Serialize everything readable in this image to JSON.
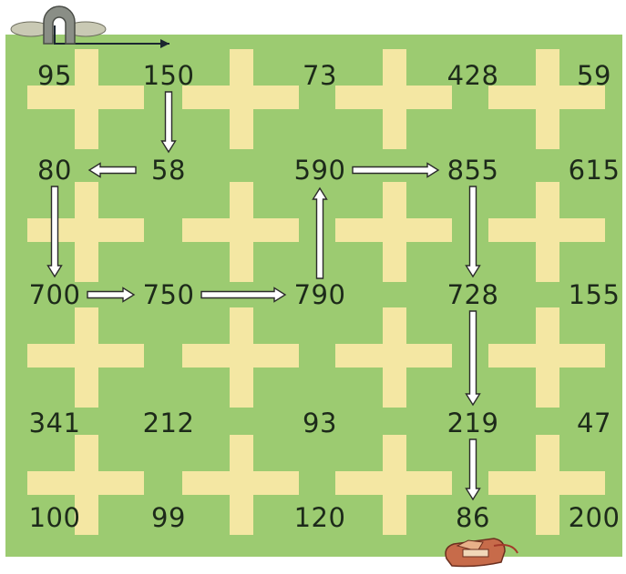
{
  "maze": {
    "colors": {
      "grass": "#9ccb71",
      "path_cross": "#f4e7a3",
      "arrow_stroke": "#2b2b2b",
      "arrow_fill": "#ffffff"
    },
    "grid": [
      [
        "95",
        "150",
        "73",
        "428",
        "59"
      ],
      [
        "80",
        "58",
        "590",
        "855",
        "615"
      ],
      [
        "700",
        "750",
        "790",
        "728",
        "155"
      ],
      [
        "341",
        "212",
        "93",
        "219",
        "47"
      ],
      [
        "100",
        "99",
        "120",
        "86",
        "200"
      ]
    ],
    "path": [
      {
        "from": [
          0,
          1
        ],
        "to": [
          1,
          1
        ]
      },
      {
        "from": [
          1,
          1
        ],
        "to": [
          1,
          0
        ]
      },
      {
        "from": [
          1,
          0
        ],
        "to": [
          2,
          0
        ]
      },
      {
        "from": [
          2,
          0
        ],
        "to": [
          2,
          1
        ]
      },
      {
        "from": [
          2,
          1
        ],
        "to": [
          2,
          2
        ]
      },
      {
        "from": [
          2,
          2
        ],
        "to": [
          1,
          2
        ]
      },
      {
        "from": [
          1,
          2
        ],
        "to": [
          1,
          3
        ]
      },
      {
        "from": [
          1,
          3
        ],
        "to": [
          2,
          3
        ]
      },
      {
        "from": [
          2,
          3
        ],
        "to": [
          3,
          3
        ]
      },
      {
        "from": [
          3,
          3
        ],
        "to": [
          4,
          3
        ]
      }
    ],
    "icons": {
      "entrance": "stone-arch-entrance-icon",
      "exit": "treasure-sack-exit-icon"
    }
  }
}
